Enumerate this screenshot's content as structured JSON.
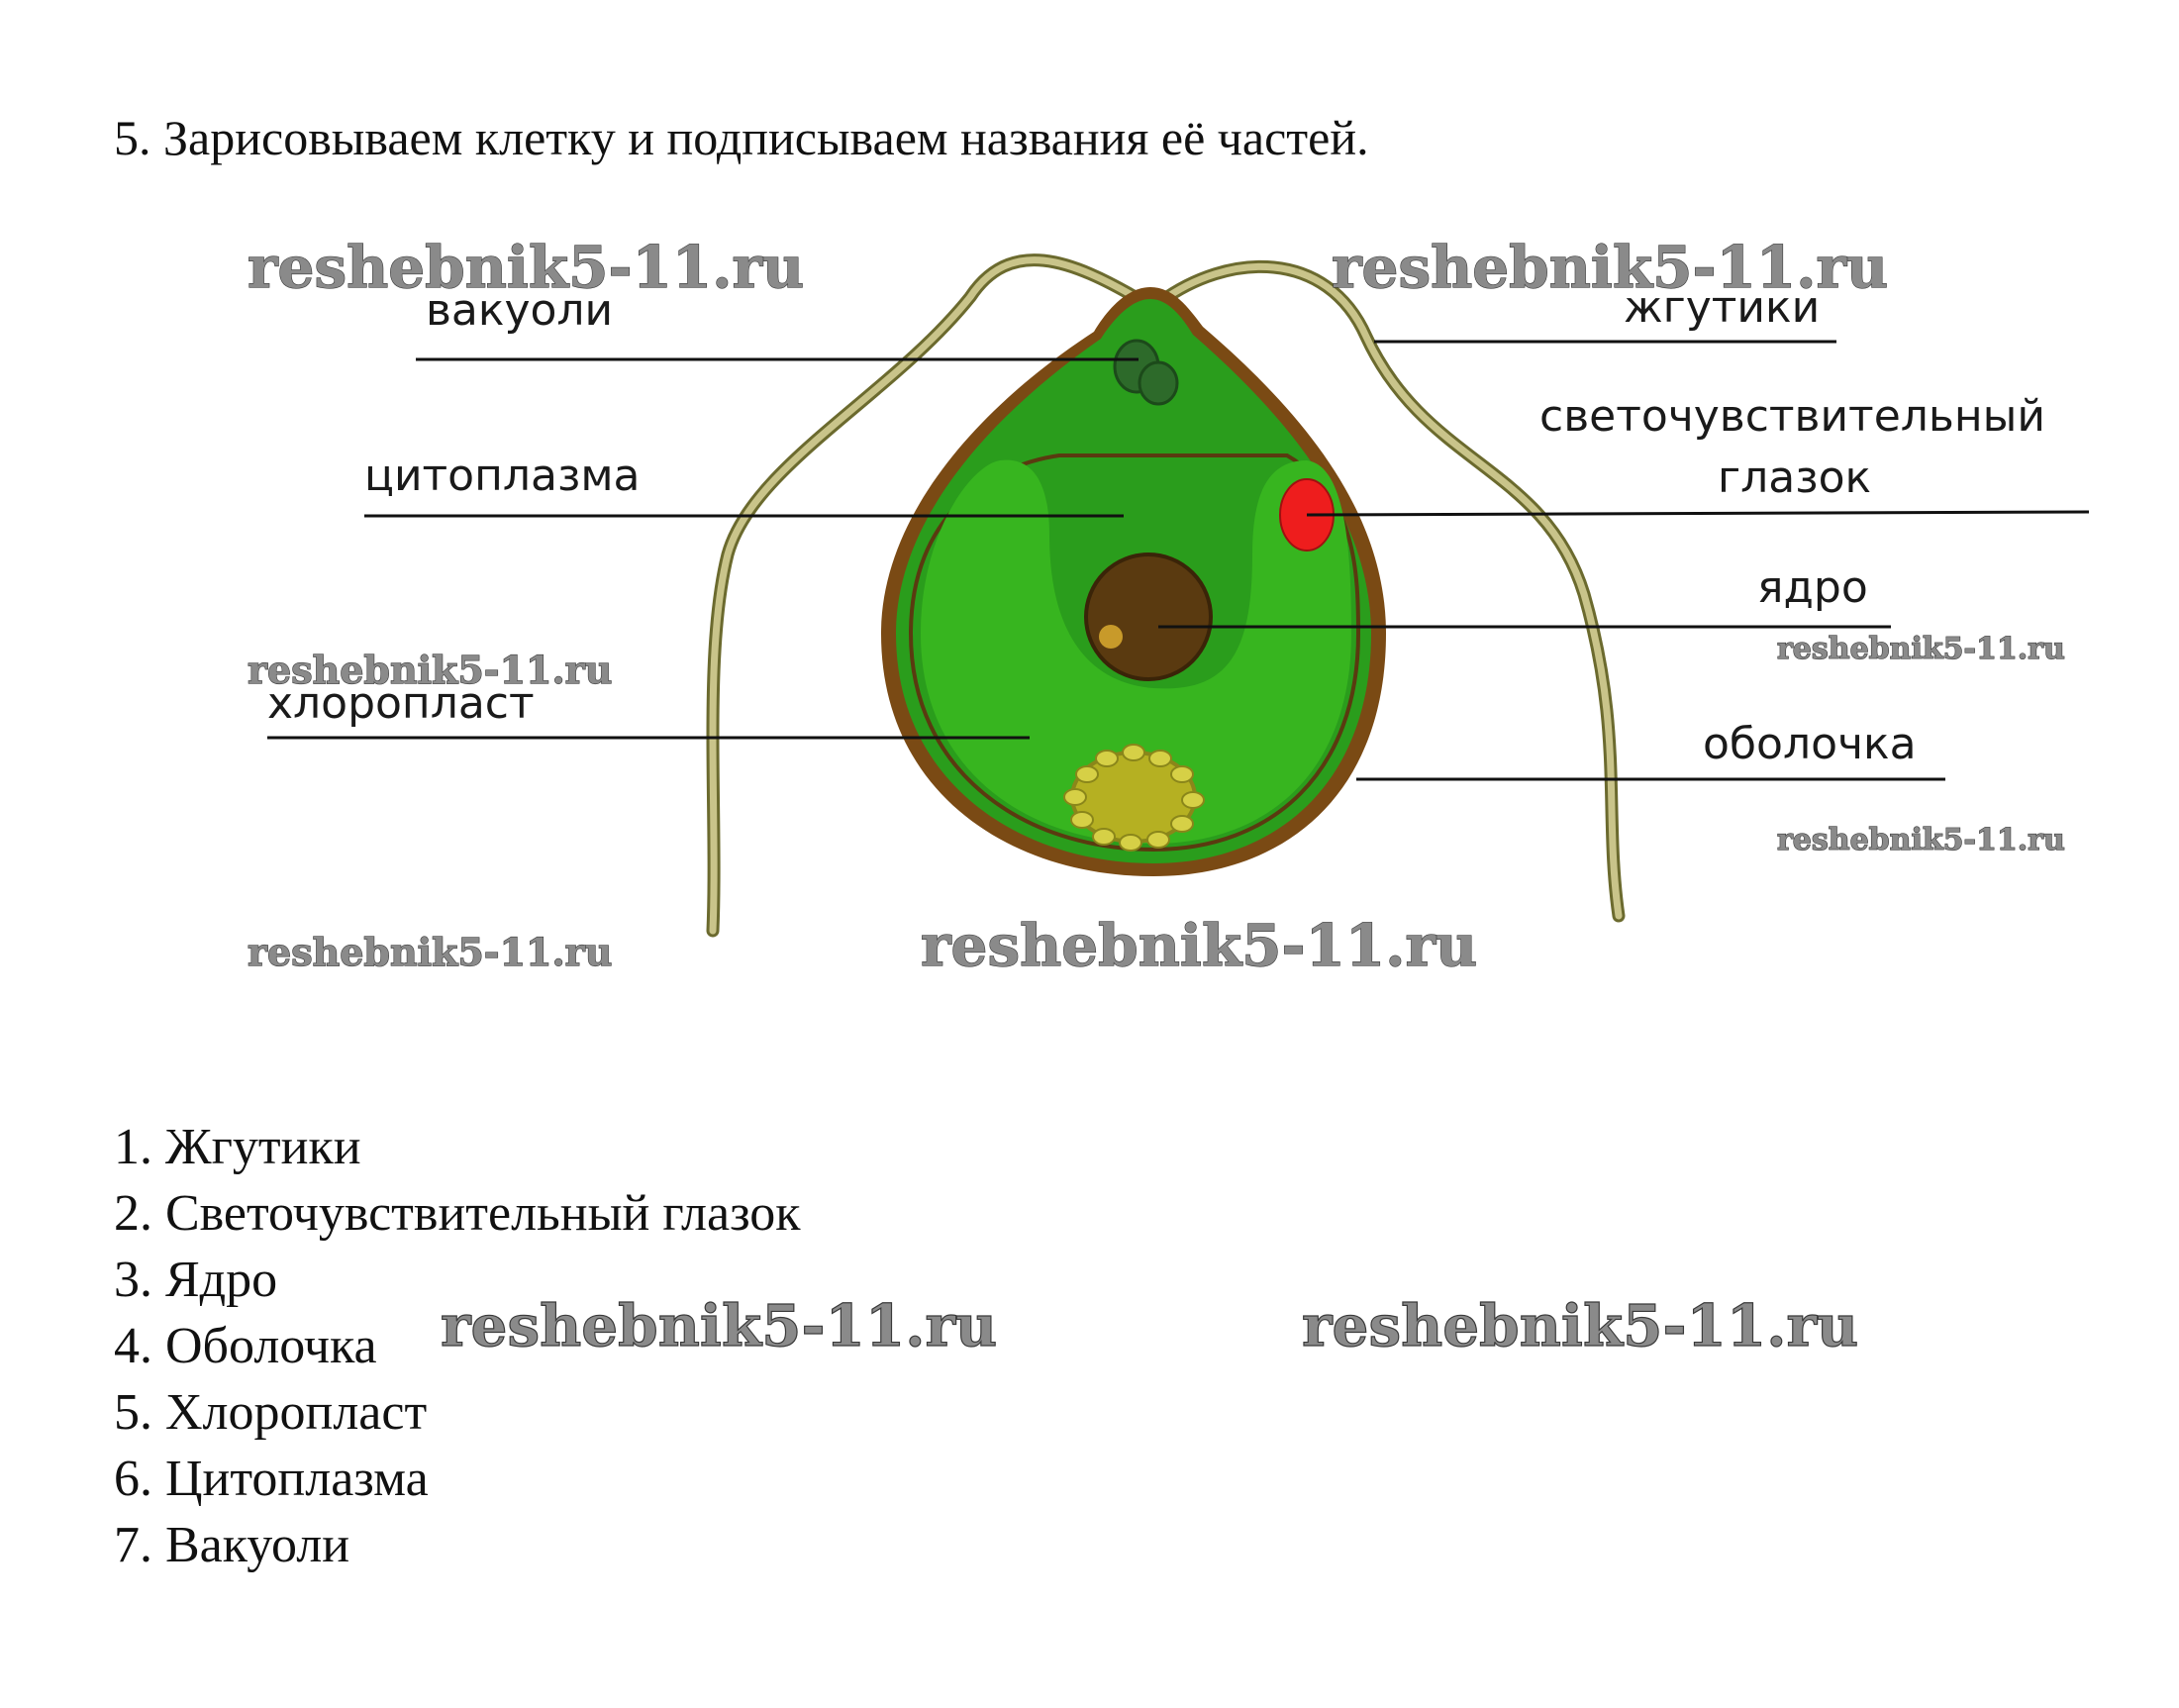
{
  "task": {
    "title": "5. Зарисовываем клетку и подписываем названия её частей."
  },
  "diagram": {
    "labels": {
      "vacuoles": "вакуоли",
      "cytoplasm": "цитоплазма",
      "chloroplast": "хлоропласт",
      "flagella": "жгутики",
      "eyespot_line1": "светочувствительный",
      "eyespot_line2": "глазок",
      "nucleus": "ядро",
      "membrane": "оболочка"
    },
    "colors": {
      "cell_outline": "#7a4a14",
      "cytoplasm": "#2a9d1c",
      "chloroplast": "#37b51f",
      "nucleus": "#5a3a10",
      "nucleolus": "#c89a2a",
      "eyespot": "#ee1d1d",
      "reserve_body": "#b5b022",
      "flagellum": "#c9c48a",
      "vacuole": "#2d6a2a"
    }
  },
  "watermark": {
    "text": "reshebnik5-11.ru"
  },
  "answers": [
    "1. Жгутики",
    "2. Светочувствительный глазок",
    "3. Ядро",
    "4. Оболочка",
    "5. Хлоропласт",
    "6. Цитоплазма",
    "7. Вакуоли"
  ]
}
